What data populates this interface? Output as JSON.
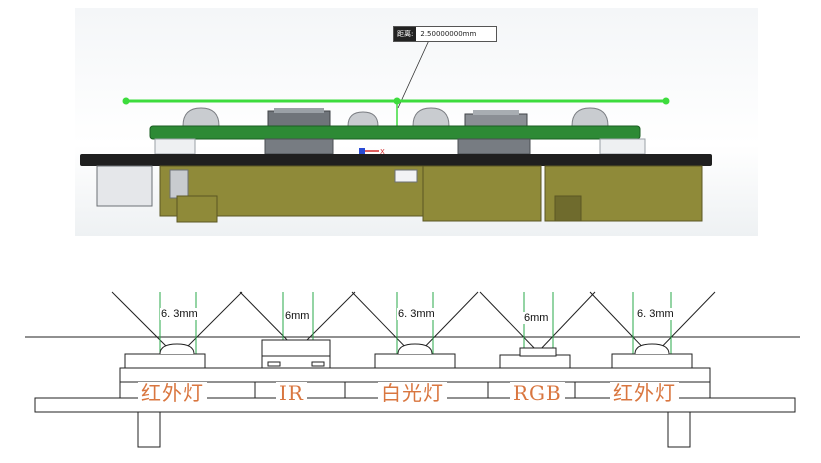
{
  "cad_view": {
    "measurement_tag": "距离:",
    "measurement_value": "2.50000000mm",
    "axis_label": "X"
  },
  "schematic": {
    "dimensions": [
      "6. 3mm",
      "6mm",
      "6. 3mm",
      "6mm",
      "6. 3mm"
    ],
    "parts": [
      "红外灯",
      "IR",
      "白光灯",
      "RGB",
      "红外灯"
    ]
  },
  "colors": {
    "pcb_green": "#2d8a35",
    "measure_green": "#3ddc3d",
    "base_dark": "#1f1f1f",
    "connector_olive": "#8f8a39",
    "label_orange": "#d9763f",
    "fov_green": "#2aa84a"
  }
}
